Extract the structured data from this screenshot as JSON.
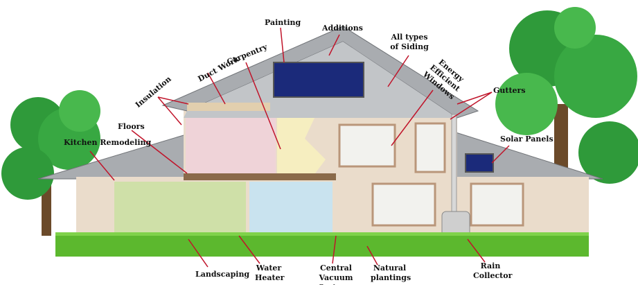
{
  "labels": {
    "painting": "Painting",
    "additions": "Additions",
    "siding": "All types of Siding",
    "windows": "Energy Efficient Windows",
    "gutters": "Gutters",
    "solar": "Solar Panels",
    "carpentry": "Carpentry",
    "ductwork": "Duct Work",
    "insulation": "Insulation",
    "floors": "Floors",
    "kitchen": "Kitchen Remodeling",
    "landscaping": "Landscaping",
    "water_heater": "Water Heater",
    "vacuum": "Central Vacuum Systems",
    "plantings": "Natural plantings",
    "rain": "Rain Collector"
  },
  "colors": {
    "arrow": "#c0142a",
    "roof": "#a9acb0",
    "wall": "#eadccb",
    "grass": "#5cb82e",
    "tree": "#2f9a3a",
    "panel": "#1b2a7a"
  }
}
